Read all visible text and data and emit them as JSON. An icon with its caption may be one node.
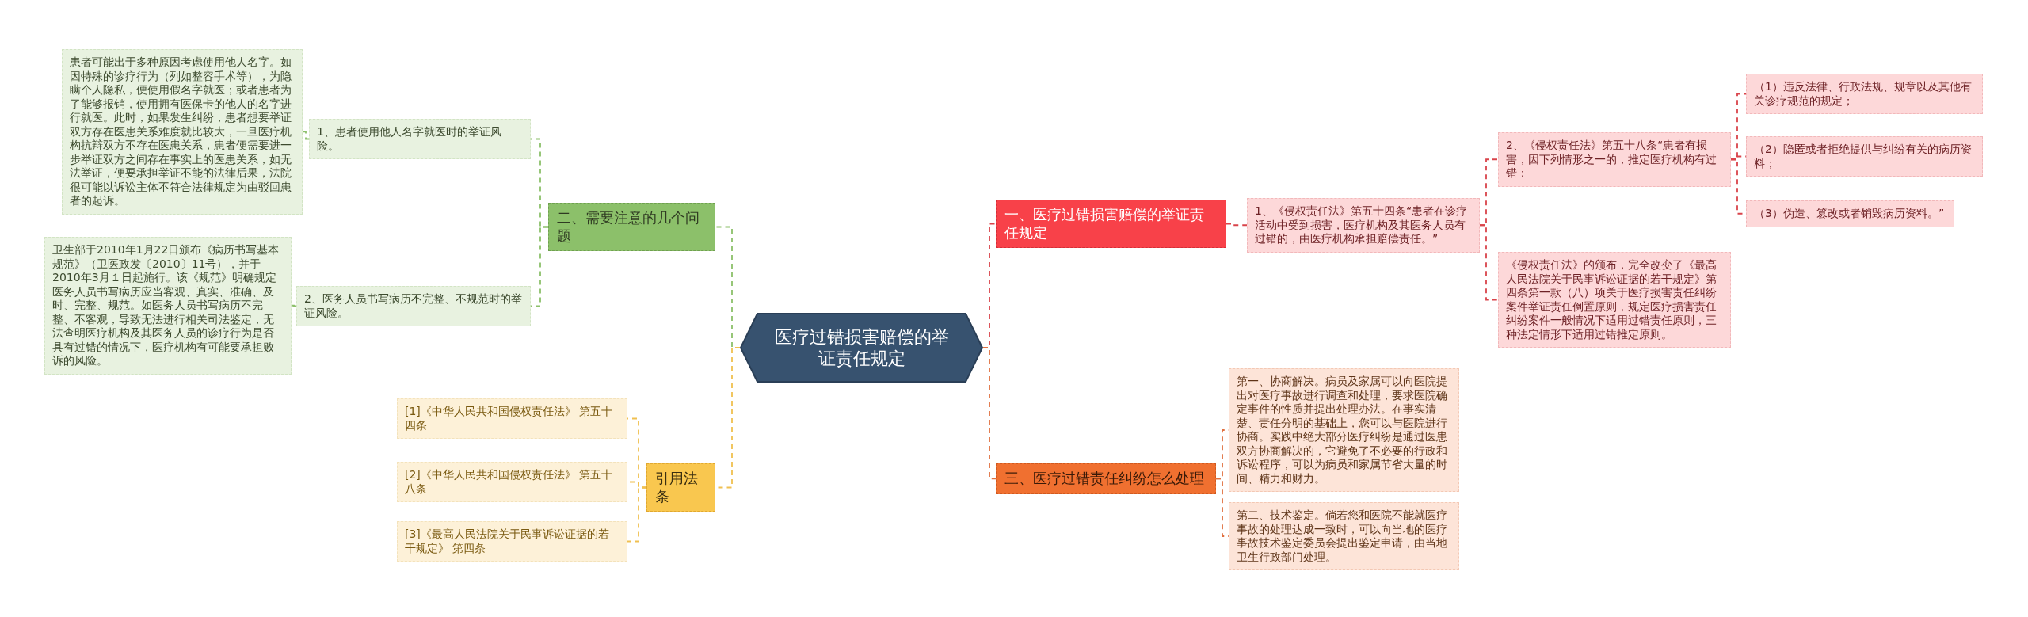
{
  "diagram": {
    "nodes": [
      {
        "text": [
          "医疗过错损害赔偿的举证责任规定"
        ]
      },
      {
        "text": [
          "二、需要注意的几个问题"
        ]
      },
      {
        "text": [
          "1、患者使用他人名字就医时的举证风险。"
        ]
      },
      {
        "text": [
          "患者可能出于多种原因考虑使用他人名字。如因特殊的诊疗行为（列如整容手术等），为隐瞒个人隐私，便使用假名字就医；或者患者为了能够报销，使用拥有医保卡的他人的名字进行就医。此时，如果发生纠纷，患者想要举证双方存在医患关系难度就比较大，一旦医疗机构抗辩双方不存在医患关系，患者便需要进一步举证双方之间存在事实上的医患关系，如无法举证，便要承担举证不能的法律后果，法院很可能以诉讼主体不符合法律规定为由驳回患者的起诉。"
        ]
      },
      {
        "text": [
          "2、医务人员书写病历不完整、不规范时的举证风险。"
        ]
      },
      {
        "text": [
          "卫生部于2010年1月22日颁布《病历书写基本规范》（卫医政发〔2010〕11号），并于2010年3月１日起施行。该《规范》明确规定医务人员书写病历应当客观、真实、准确、及时、完整、规范。如医务人员书写病历不完整、不客观，导致无法进行相关司法鉴定，无法查明医疗机构及其医务人员的诊疗行为是否具有过错的情况下，医疗机构有可能要承担败诉的风险。"
        ]
      },
      {
        "text": [
          "引用法条"
        ]
      },
      {
        "text": [
          "[1]《中华人民共和国侵权责任法》 第五十四条"
        ]
      },
      {
        "text": [
          "[2]《中华人民共和国侵权责任法》 第五十八条"
        ]
      },
      {
        "text": [
          "[3]《最高人民法院关于民事诉讼证据的若干规定》 第四条"
        ]
      },
      {
        "text": [
          "一、医疗过错损害赔偿的举证责任规定"
        ]
      },
      {
        "text": [
          "1、《侵权责任法》第五十四条“患者在诊疗活动中受到损害，医疗机构及其医务人员有过错的，由医疗机构承担赔偿责任。”"
        ]
      },
      {
        "text": [
          "2、《侵权责任法》第五十八条“患者有损害，因下列情形之一的，推定医疗机构有过错："
        ]
      },
      {
        "text": [
          "（1）违反法律、行政法规、规章以及其他有关诊疗规范的规定；"
        ]
      },
      {
        "text": [
          "（2）隐匿或者拒绝提供与纠纷有关的病历资料；"
        ]
      },
      {
        "text": [
          "（3）伪造、篡改或者销毁病历资料。”"
        ]
      },
      {
        "text": [
          "《侵权责任法》的颁布，完全改变了《最高人民法院关于民事诉讼证据的若干规定》第四条第一款（八）项关于医疗损害责任纠纷案件举证责任倒置原则，规定医疗损害责任纠纷案件一般情况下适用过错责任原则，三种法定情形下适用过错推定原则。"
        ]
      },
      {
        "text": [
          "三、医疗过错责任纠纷怎么处理"
        ]
      },
      {
        "text": [
          "第一、协商解决。病员及家属可以向医院提出对医疗事故进行调查和处理，要求医院确定事件的性质并提出处理办法。在事实清楚、责任分明的基础上，您可以与医院进行协商。实践中绝大部分医疗纠纷是通过医患双方协商解决的，它避免了不必要的行政和诉讼程序，可以为病员和家属节省大量的时间、精力和财力。"
        ]
      },
      {
        "text": [
          "第二、技术鉴定。倘若您和医院不能就医疗事故的处理达成一致时，可以向当地的医疗事故技术鉴定委员会提出鉴定申请，由当地卫生行政部门处理。"
        ]
      }
    ],
    "edges": [
      {
        "from": 0,
        "to": 1,
        "arrow": "none",
        "style": "dashed",
        "color": "#8cc06a"
      },
      {
        "from": 1,
        "to": 2,
        "arrow": "none",
        "style": "dashed",
        "color": "#8cc06a"
      },
      {
        "from": 2,
        "to": 3,
        "arrow": "none",
        "style": "dashed",
        "color": "#8cc06a"
      },
      {
        "from": 1,
        "to": 4,
        "arrow": "none",
        "style": "dashed",
        "color": "#8cc06a"
      },
      {
        "from": 4,
        "to": 5,
        "arrow": "none",
        "style": "dashed",
        "color": "#8cc06a"
      },
      {
        "from": 0,
        "to": 6,
        "arrow": "none",
        "style": "dashed",
        "color": "#f0c050"
      },
      {
        "from": 6,
        "to": 7,
        "arrow": "none",
        "style": "dashed",
        "color": "#f0c050"
      },
      {
        "from": 6,
        "to": 8,
        "arrow": "none",
        "style": "dashed",
        "color": "#f0c050"
      },
      {
        "from": 6,
        "to": 9,
        "arrow": "none",
        "style": "dashed",
        "color": "#f0c050"
      },
      {
        "from": 0,
        "to": 10,
        "arrow": "none",
        "style": "dashed",
        "color": "#d9434a"
      },
      {
        "from": 10,
        "to": 11,
        "arrow": "none",
        "style": "dashed",
        "color": "#d9434a"
      },
      {
        "from": 11,
        "to": 12,
        "arrow": "none",
        "style": "dashed",
        "color": "#d9434a"
      },
      {
        "from": 12,
        "to": 13,
        "arrow": "none",
        "style": "dashed",
        "color": "#d9434a"
      },
      {
        "from": 12,
        "to": 14,
        "arrow": "none",
        "style": "dashed",
        "color": "#d9434a"
      },
      {
        "from": 12,
        "to": 15,
        "arrow": "none",
        "style": "dashed",
        "color": "#d9434a"
      },
      {
        "from": 11,
        "to": 16,
        "arrow": "none",
        "style": "dashed",
        "color": "#d9434a"
      },
      {
        "from": 0,
        "to": 17,
        "arrow": "none",
        "style": "dashed",
        "color": "#e07040"
      },
      {
        "from": 17,
        "to": 18,
        "arrow": "none",
        "style": "dashed",
        "color": "#e07040"
      },
      {
        "from": 17,
        "to": 19,
        "arrow": "none",
        "style": "dashed",
        "color": "#e07040"
      }
    ]
  }
}
